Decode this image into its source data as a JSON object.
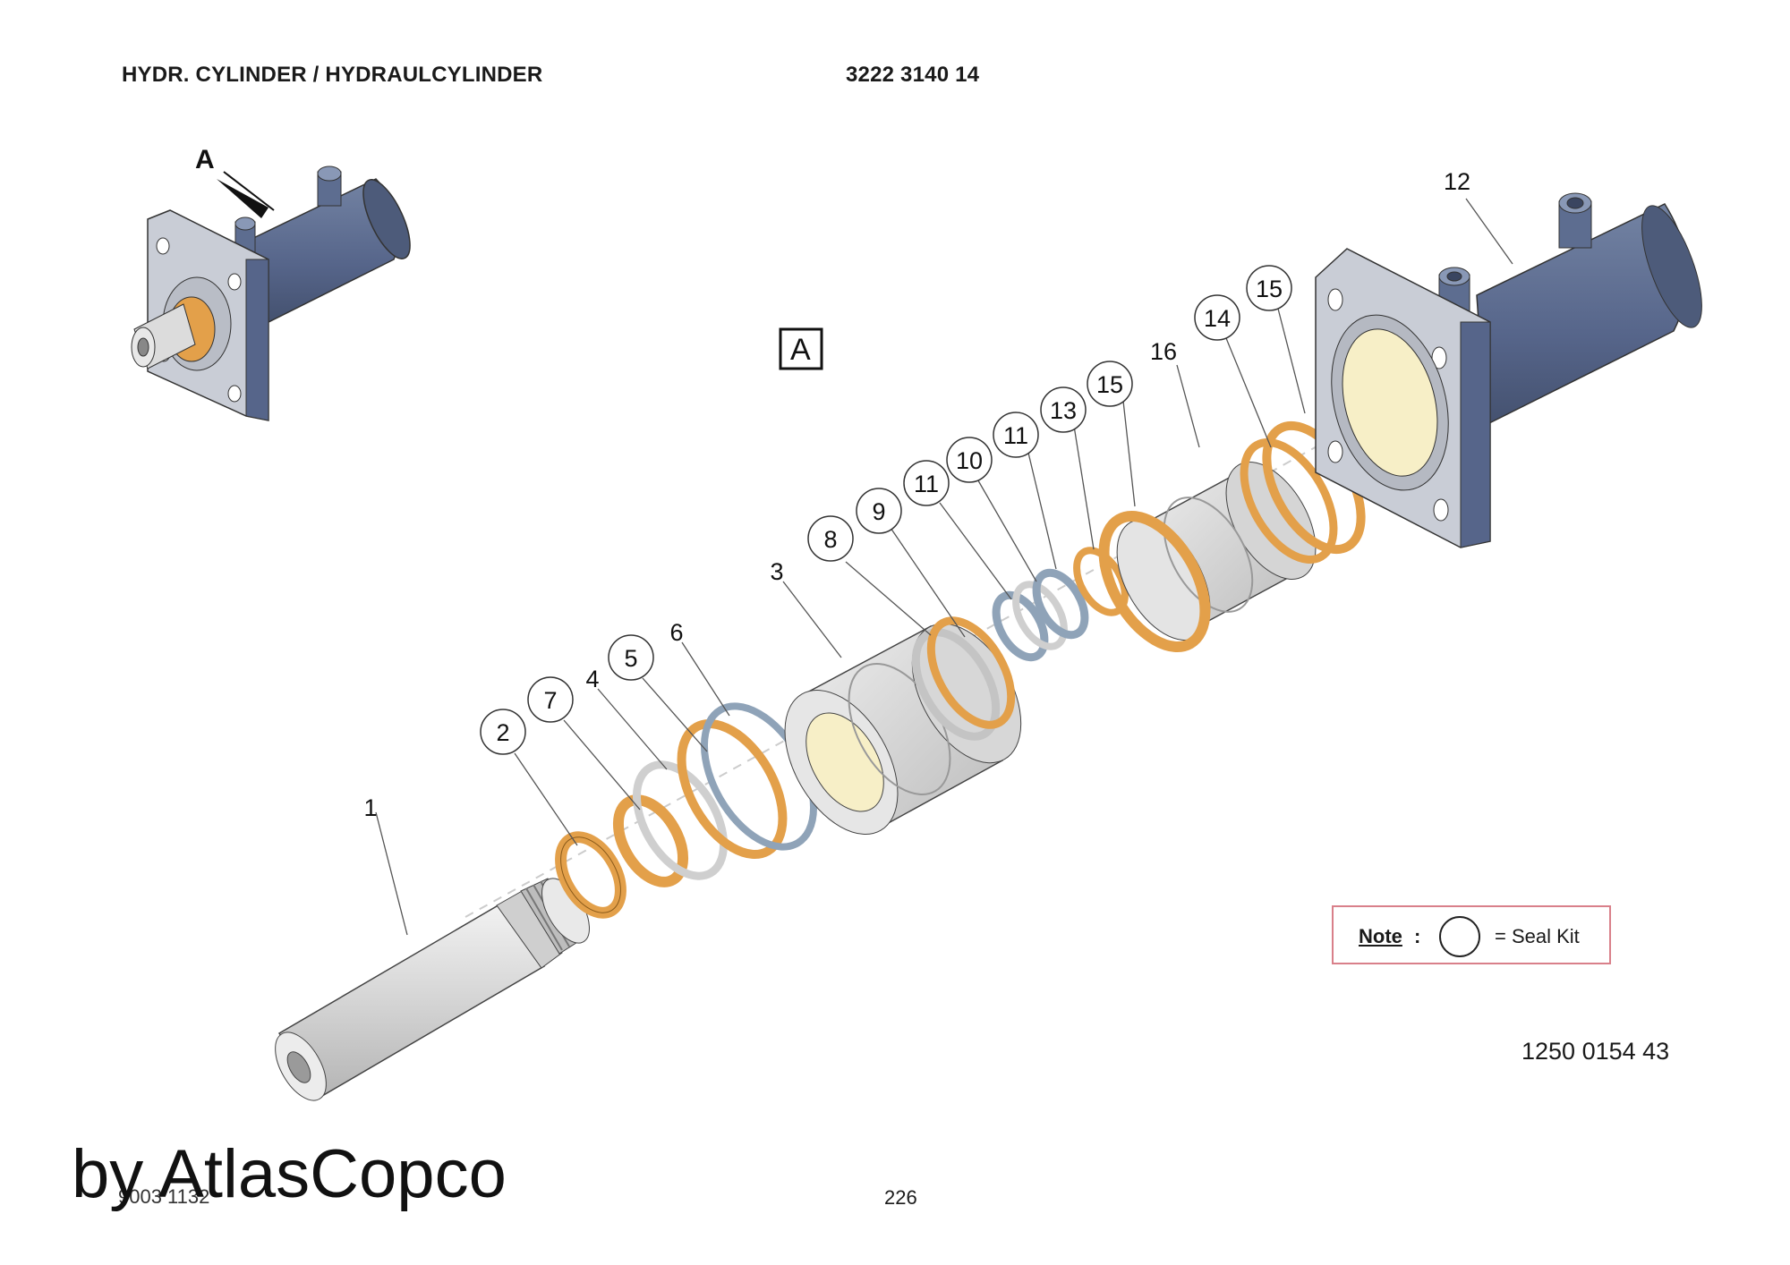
{
  "header": {
    "title": "HYDR. CYLINDER / HYDRAULCYLINDER",
    "part_number": "3222 3140 14"
  },
  "view_labels": {
    "arrow": "A",
    "boxed": "A"
  },
  "callouts": {
    "p1": "1",
    "p2": "2",
    "p3": "3",
    "p4": "4",
    "p5": "5",
    "p6": "6",
    "p7": "7",
    "p8": "8",
    "p9": "9",
    "p10": "10",
    "p11a": "11",
    "p11b": "11",
    "p12": "12",
    "p13": "13",
    "p14": "14",
    "p15a": "15",
    "p15b": "15",
    "p16": "16"
  },
  "note": {
    "label": "Note",
    "colon": ":",
    "text": "= Seal Kit"
  },
  "drawing_ref": "1250 0154 43",
  "footer": {
    "code": "9003 1132",
    "page": "226"
  },
  "watermark": "by AtlasCopco",
  "colors": {
    "cylinder_body": "#5b6b8c",
    "seal_orange": "#e3a04a",
    "ring_blue": "#8fa3b8",
    "metal_light": "#d9d9d9",
    "note_border": "#d9808a"
  }
}
